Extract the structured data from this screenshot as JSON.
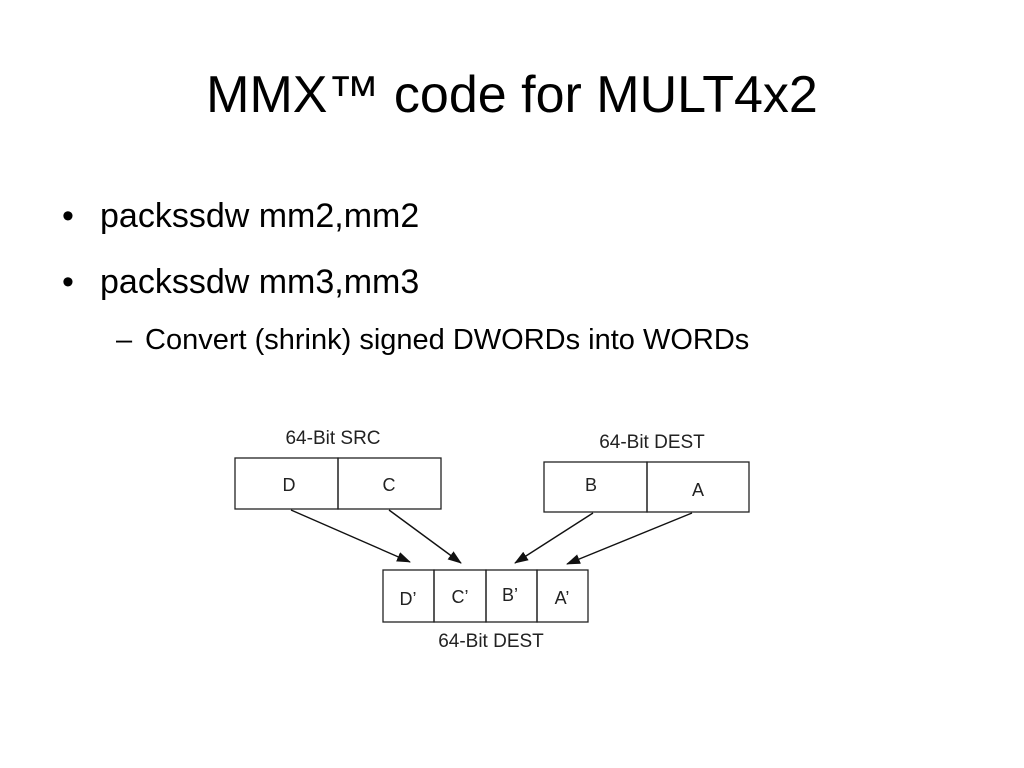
{
  "slide": {
    "title": "MMX™ code for MULT4x2",
    "bullets": [
      "packssdw mm2,mm2",
      "packssdw mm3,mm3"
    ],
    "sub_bullet": "Convert (shrink) signed DWORDs into WORDs",
    "bullet_mark": "•",
    "sub_bullet_mark": "–"
  },
  "diagram": {
    "src_label": "64-Bit SRC",
    "src_cells": [
      "D",
      "C"
    ],
    "dest_label_top": "64-Bit DEST",
    "dest_cells_top": [
      "B",
      "A"
    ],
    "result_cells": [
      "D’",
      "C’",
      "B’",
      "A’"
    ],
    "dest_label_bottom": "64-Bit DEST"
  }
}
